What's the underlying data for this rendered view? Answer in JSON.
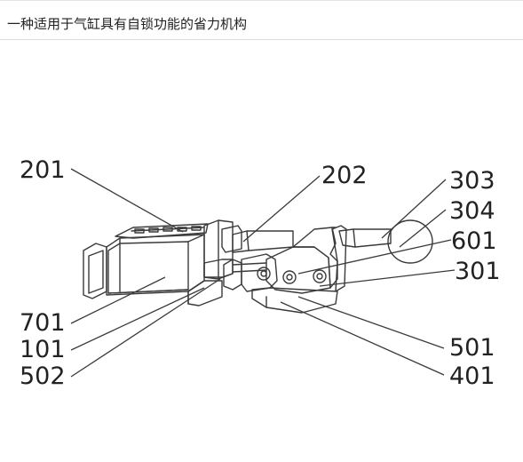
{
  "header": {
    "title": "一种适用于气缸具有自锁功能的省力机构"
  },
  "figure": {
    "labels": {
      "l201": "201",
      "l202": "202",
      "l303": "303",
      "l304": "304",
      "l601": "601",
      "l301": "301",
      "l701": "701",
      "l101": "101",
      "l502": "502",
      "l501": "501",
      "l401": "401"
    }
  },
  "colors": {
    "ink": "#222222",
    "line": "#3a3a3a",
    "divider": "#dcdcdc"
  }
}
